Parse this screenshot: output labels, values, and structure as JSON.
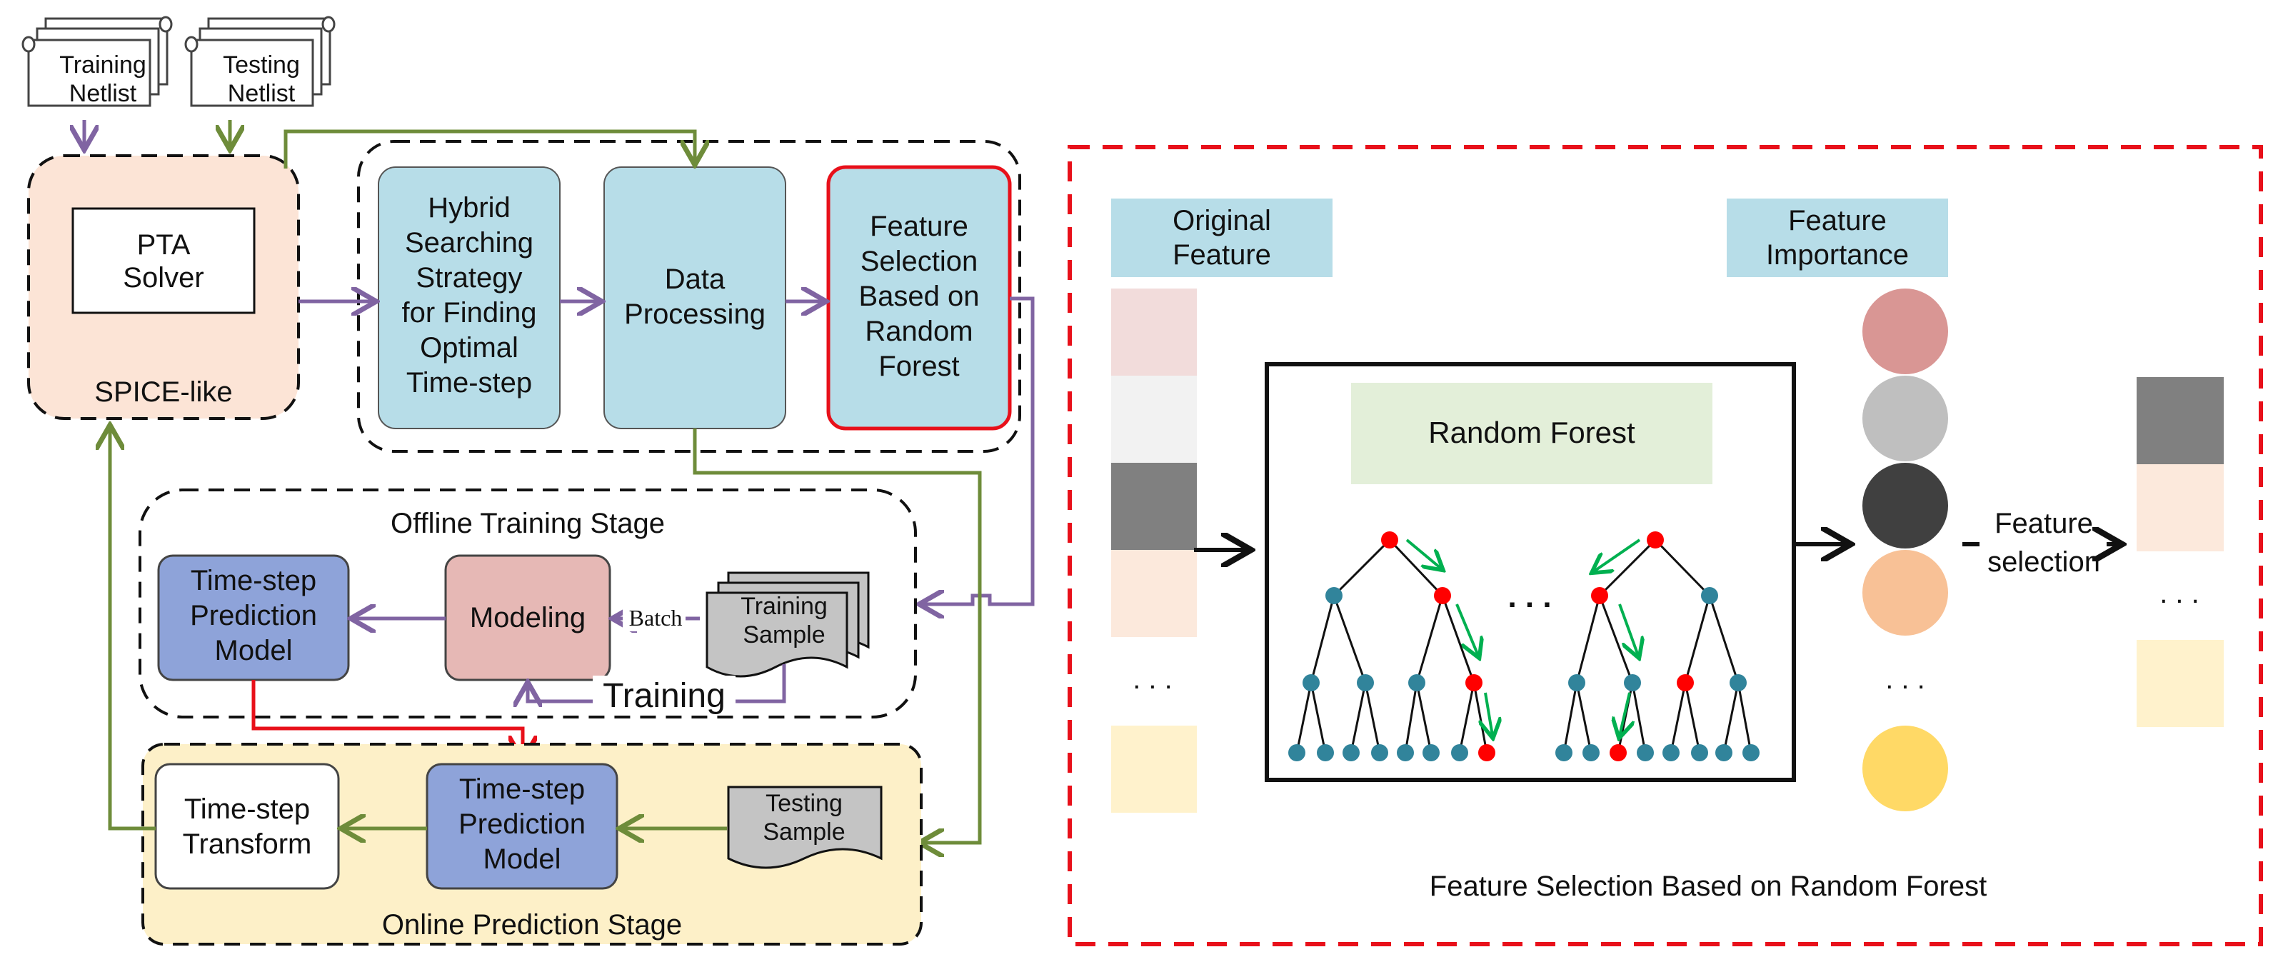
{
  "colors": {
    "purple_arrow": "#8064a2",
    "green_arrow": "#6e8c3a",
    "red_arrow": "#e8101a",
    "red_dashed_border": "#e8101a",
    "light_blue_box": "#b7dde8",
    "blue_model_box": "#8ea3d9",
    "pink_modeling_box": "#e6b8b5",
    "peach_spice_bg": "#fce4d6",
    "cream_online_bg": "#fdf0c8",
    "green_label_bg": "#e3efd9",
    "tree_node_teal": "#31849b",
    "tree_node_red": "#ff0000",
    "tree_arrow_green": "#00b050"
  },
  "documents": {
    "training_netlist": [
      "Training",
      "Netlist"
    ],
    "testing_netlist": [
      "Testing",
      "Netlist"
    ]
  },
  "spice": {
    "solver": [
      "PTA",
      "Solver"
    ],
    "label": "SPICE-like"
  },
  "pipeline": {
    "hybrid": [
      "Hybrid",
      "Searching",
      "Strategy",
      "for Finding",
      "Optimal",
      "Time-step"
    ],
    "data_processing": [
      "Data",
      "Processing"
    ],
    "feature_selection": [
      "Feature",
      "Selection",
      "Based on",
      "Random",
      "Forest"
    ]
  },
  "offline": {
    "title": "Offline Training Stage",
    "model": [
      "Time-step",
      "Prediction",
      "Model"
    ],
    "modeling": "Modeling",
    "batch": "Batch",
    "sample": [
      "Training",
      "Sample"
    ],
    "training": "Training"
  },
  "online": {
    "title": "Online Prediction Stage",
    "transform": [
      "Time-step",
      "Transform"
    ],
    "model": [
      "Time-step",
      "Prediction",
      "Model"
    ],
    "sample": [
      "Testing",
      "Sample"
    ]
  },
  "rf_panel": {
    "original_feature": [
      "Original",
      "Feature"
    ],
    "feature_importance": [
      "Feature",
      "Importance"
    ],
    "random_forest": "Random Forest",
    "tree_ellipsis": ". . .",
    "left_ellipsis": ". . .",
    "mid_ellipsis": ". . .",
    "right_ellipsis": ". . .",
    "feature_selection_label": [
      "Feature",
      "selection"
    ],
    "caption": "Feature Selection Based on Random Forest",
    "original_feature_colors": [
      "#f2dcdb",
      "#f2f2f2",
      "#808080",
      "#fce9dc",
      "#fff2cc"
    ],
    "importance_colors": [
      "#d99694",
      "#bfbfbf",
      "#404040",
      "#f8c196",
      "#ffd966"
    ],
    "selected_colors": [
      "#808080",
      "#fce9dc",
      "#fff2cc"
    ]
  }
}
